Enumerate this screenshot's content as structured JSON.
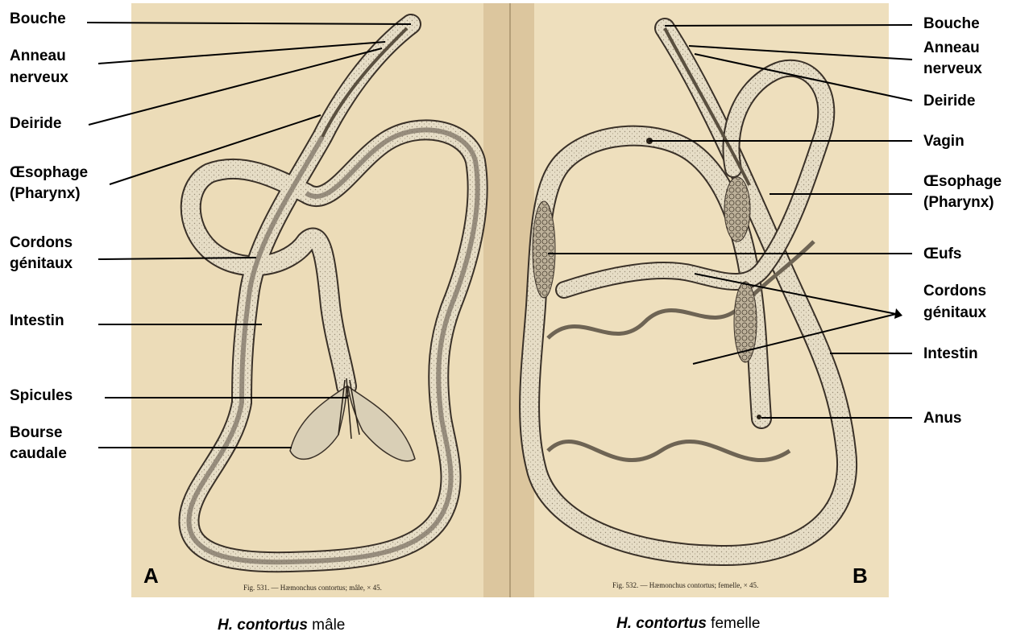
{
  "panel_a": {
    "letter": "A",
    "plate_caption": "Fig. 531. — Hæmonchus contortus; mâle, × 45.",
    "labels": {
      "bouche": "Bouche",
      "anneau": "Anneau",
      "nerveux": "nerveux",
      "deiride": "Deiride",
      "oesophage": "Œsophage",
      "pharynx": "(Pharynx)",
      "cordons": "Cordons",
      "genitaux": "génitaux",
      "intestin": "Intestin",
      "spicules": "Spicules",
      "bourse": "Bourse",
      "caudale": "caudale"
    },
    "caption_species": "H. contortus",
    "caption_sex": " mâle"
  },
  "panel_b": {
    "letter": "B",
    "plate_caption": "Fig. 532. — Hæmonchus contortus; femelle, × 45.",
    "labels": {
      "bouche": "Bouche",
      "anneau": "Anneau",
      "nerveux": "nerveux",
      "deiride": "Deiride",
      "vagin": "Vagin",
      "oesophage": "Œsophage",
      "pharynx": "(Pharynx)",
      "oeufs": "Œufs",
      "cordons": "Cordons",
      "genitaux": "génitaux",
      "intestin": "Intestin",
      "anus": "Anus"
    },
    "caption_species": "H. contortus",
    "caption_sex": " femelle"
  },
  "colors": {
    "page_paper": "#ecdcb8",
    "page_shadow": "#d8c39a",
    "worm_outline": "#3a3128",
    "worm_fill": "#e8e0cc",
    "intestine": "#7c7264",
    "leader_line": "#000000"
  }
}
